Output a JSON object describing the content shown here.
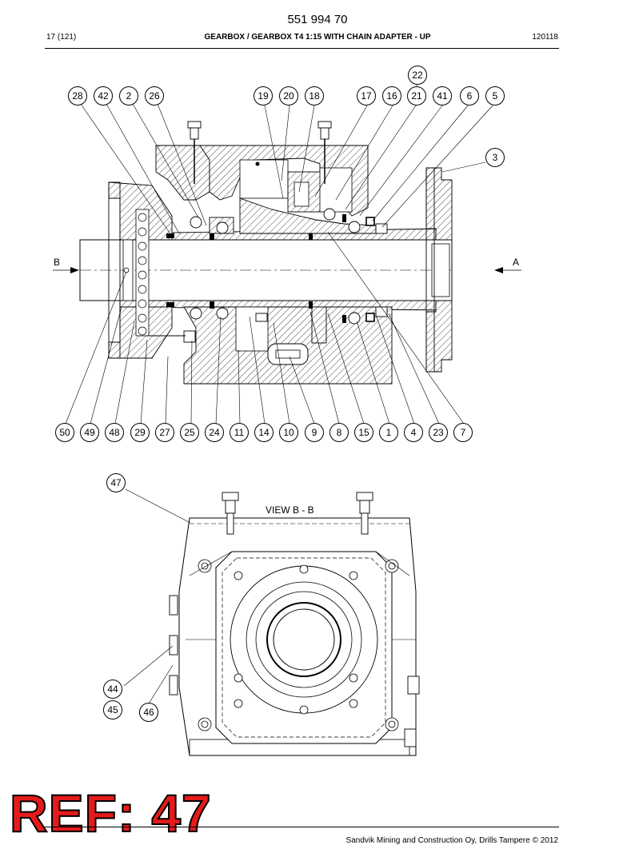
{
  "header": {
    "doc_number": "551 994 70",
    "page": "17 (121)",
    "title": "GEARBOX / GEARBOX T4 1:15 WITH CHAIN ADAPTER - UP",
    "code": "120118"
  },
  "section_labels": {
    "left": "B",
    "right": "A"
  },
  "view_title": "VIEW  B - B",
  "callouts_top": [
    "28",
    "42",
    "2",
    "26",
    "19",
    "20",
    "18",
    "17",
    "16",
    "21",
    "41",
    "6",
    "5"
  ],
  "callout_22": "22",
  "callout_3": "3",
  "callouts_bottom": [
    "50",
    "49",
    "48",
    "29",
    "27",
    "25",
    "24",
    "11",
    "14",
    "10",
    "9",
    "8",
    "15",
    "1",
    "4",
    "23",
    "7"
  ],
  "callouts_view": [
    "47",
    "44",
    "45",
    "46"
  ],
  "ref_label": "REF: 47",
  "footer": "Sandvik Mining and Construction Oy, Drills Tampere © 2012"
}
